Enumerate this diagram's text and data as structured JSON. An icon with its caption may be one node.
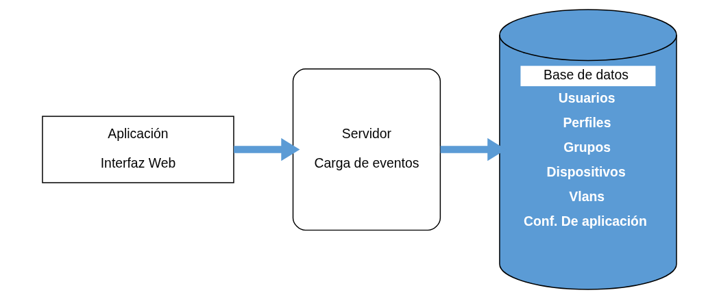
{
  "diagram": {
    "nodes": [
      {
        "text": [
          "Aplicación",
          "Interfaz Web"
        ]
      },
      {
        "text": [
          "Servidor",
          "Carga de eventos"
        ]
      },
      {
        "text": [
          "Base de datos",
          "Usuarios",
          "Perfiles",
          "Grupos",
          "Dispositivos",
          "Vlans",
          "Conf. De aplicación"
        ]
      }
    ],
    "edges": [
      {
        "from": 0,
        "to": 1,
        "arrow": "to"
      },
      {
        "from": 1,
        "to": 2,
        "arrow": "to"
      }
    ]
  }
}
